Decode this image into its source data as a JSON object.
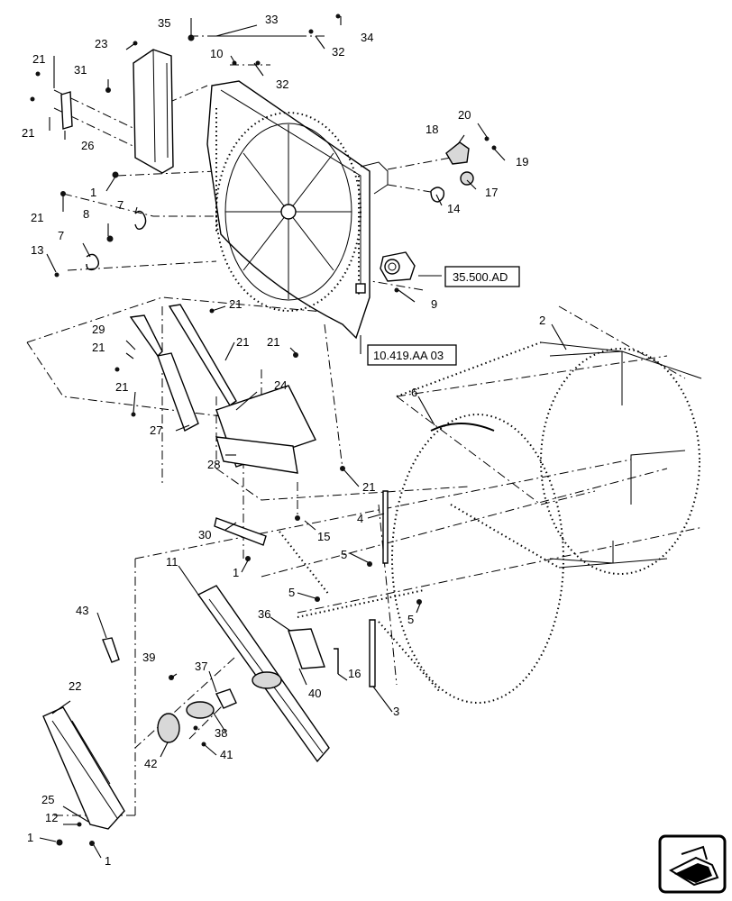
{
  "callouts": {
    "c1": "1",
    "c2": "2",
    "c3": "3",
    "c4": "4",
    "c5": "5",
    "c6": "6",
    "c7": "7",
    "c8": "8",
    "c9": "9",
    "c10": "10",
    "c11": "11",
    "c12": "12",
    "c13": "13",
    "c14": "14",
    "c15": "15",
    "c16": "16",
    "c17": "17",
    "c18": "18",
    "c19": "19",
    "c20": "20",
    "c21": "21",
    "c22": "22",
    "c23": "23",
    "c24": "24",
    "c25": "25",
    "c26": "26",
    "c27": "27",
    "c28": "28",
    "c29": "29",
    "c30": "30",
    "c31": "31",
    "c32": "32",
    "c33": "33",
    "c34": "34",
    "c35": "35",
    "c36": "36",
    "c37": "37",
    "c38": "38",
    "c39": "39",
    "c40": "40",
    "c41": "41",
    "c42": "42",
    "c43": "43"
  },
  "references": {
    "ref_a": "35.500.AD",
    "ref_b": "10.419.AA 03"
  },
  "nav_icon": "next-page-arrow-icon"
}
